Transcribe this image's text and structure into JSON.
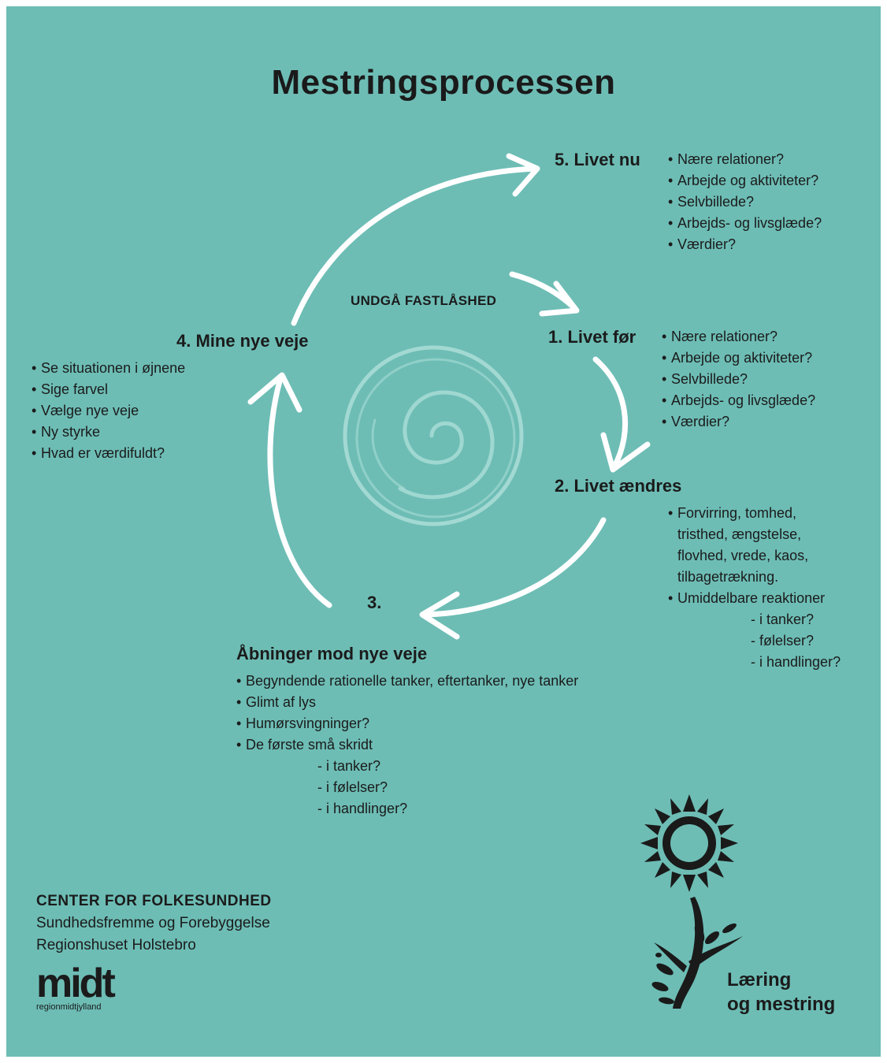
{
  "title": "Mestringsprocessen",
  "center_label": "UNDGÅ FASTLÅSHED",
  "stages": {
    "s5": {
      "title": "5. Livet nu",
      "bullets": [
        "Nære relationer?",
        "Arbejde og aktiviteter?",
        "Selvbillede?",
        "Arbejds- og livsglæde?",
        "Værdier?"
      ]
    },
    "s1": {
      "title": "1. Livet før",
      "bullets": [
        "Nære relationer?",
        "Arbejde og aktiviteter?",
        "Selvbillede?",
        "Arbejds- og livsglæde?",
        "Værdier?"
      ]
    },
    "s2": {
      "title": "2. Livet ændres",
      "bullet1_lines": [
        "Forvirring, tomhed,",
        "tristhed, ængstelse,",
        "flovhed, vrede, kaos,",
        "tilbagetrækning."
      ],
      "bullet2": "Umiddelbare reaktioner",
      "sub": [
        "- i tanker?",
        "- følelser?",
        "- i handlinger?"
      ]
    },
    "s3": {
      "number": "3.",
      "title": "Åbninger mod nye veje",
      "bullets": [
        "Begyndende rationelle tanker, eftertanker, nye tanker",
        "Glimt af lys",
        "Humørsvingninger?",
        "De første små skridt"
      ],
      "sub": [
        "- i tanker?",
        "- i følelser?",
        "- i handlinger?"
      ]
    },
    "s4": {
      "title": "4. Mine nye veje",
      "bullets": [
        "Se situationen i øjnene",
        "Sige farvel",
        "Vælge nye veje",
        "Ny styrke",
        "Hvad er værdifuldt?"
      ]
    }
  },
  "org": {
    "name": "CENTER FOR FOLKESUNDHED",
    "line1": "Sundhedsfremme og Forebyggelse",
    "line2": "Regionshuset Holstebro"
  },
  "logo": {
    "word": "midt",
    "sub": "regionmidtjylland"
  },
  "brand": {
    "line1": "Læring",
    "line2": "og mestring"
  },
  "colors": {
    "background": "#6dbdb5",
    "arrows": "#ffffff",
    "text": "#1b1b1b",
    "swirl": "#a8dcd6"
  },
  "icons": [
    "sun-icon",
    "plant-icon",
    "spiral-icon"
  ]
}
